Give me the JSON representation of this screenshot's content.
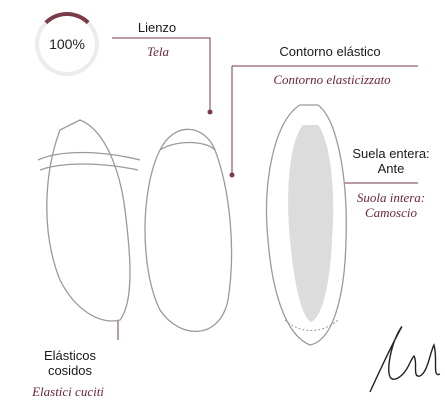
{
  "badge": {
    "text": "100%"
  },
  "labels": {
    "lienzo": "Lienzo",
    "tela": "Tela",
    "contorno_es": "Contorno elástico",
    "contorno_it": "Contorno elasticizzato",
    "suela_es_1": "Suela entera:",
    "suela_es_2": "Ante",
    "suela_it_1": "Suola intera:",
    "suela_it_2": "Camoscio",
    "elasticos_1": "Elásticos",
    "elasticos_2": "cosidos",
    "elastici_it": "Elastici cuciti"
  },
  "signature": "Lili",
  "colors": {
    "accent": "#6b2737",
    "line": "#7a3a47",
    "shoe_stroke": "#9a9a9a",
    "sole_fill": "#dcdcdc"
  }
}
